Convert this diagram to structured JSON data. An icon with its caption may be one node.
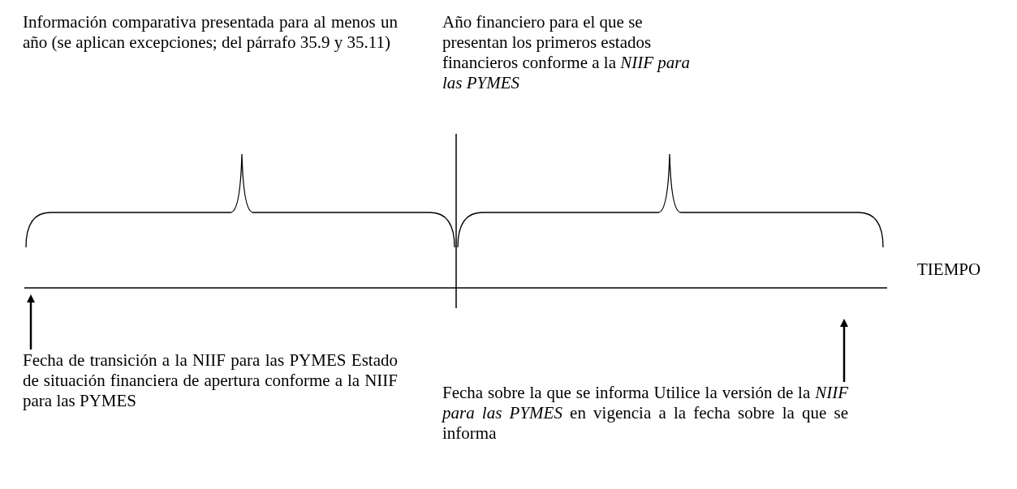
{
  "diagram": {
    "nodes": [
      {
        "text": [
          "Fecha de transición a la NIIF para las PYMES Estado de situación financiera de apertura conforme a la NIIF para las PYMES"
        ]
      },
      {
        "text": [
          "Fecha sobre la que se informa Utilice la versión de la *NIIF para las PYMES* en vigencia a la fecha sobre la que se informa"
        ]
      }
    ],
    "edges": [
      {
        "from": 0,
        "to": null,
        "arrow": "to"
      },
      {
        "from": 1,
        "to": null,
        "arrow": "to"
      }
    ],
    "labels": [
      "Información comparativa presentada para al menos un año (se aplican excepciones;  del párrafo 35.9 y 35.11)",
      "Año financiero para el que se presentan los primeros estados financieros conforme a la *NIIF para las PYMES*",
      "TIEMPO"
    ]
  }
}
